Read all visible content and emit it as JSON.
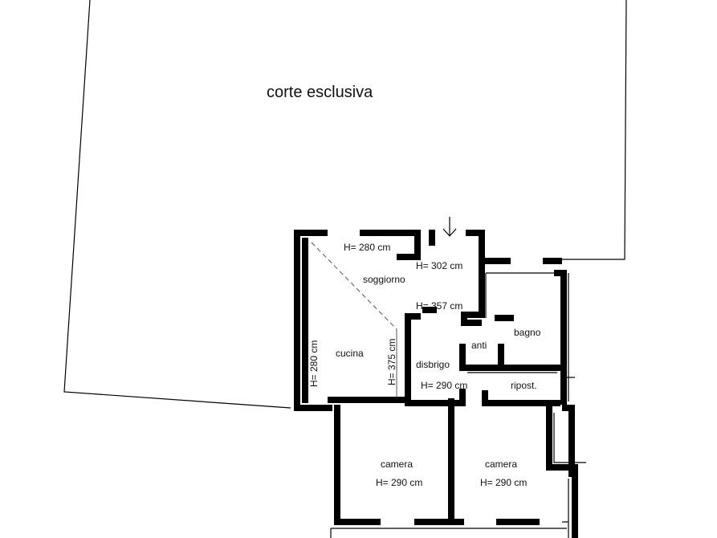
{
  "labels": {
    "courtyard": "corte esclusiva",
    "living_room": "soggiorno",
    "living_room_h1": "H= 280 cm",
    "living_room_h2": "H= 302 cm",
    "living_room_h3": "H= 357 cm",
    "kitchen": "cucina",
    "kitchen_h_left": "H= 280 cm",
    "kitchen_h_right": "H= 375 cm",
    "bathroom": "bagno",
    "antechamber": "anti",
    "hallway": "disbrigo",
    "hallway_h": "H= 290 cm",
    "storage": "ripost.",
    "bedroom_left": "camera",
    "bedroom_left_h": "H= 290 cm",
    "bedroom_right": "camera",
    "bedroom_right_h": "H= 290 cm"
  }
}
